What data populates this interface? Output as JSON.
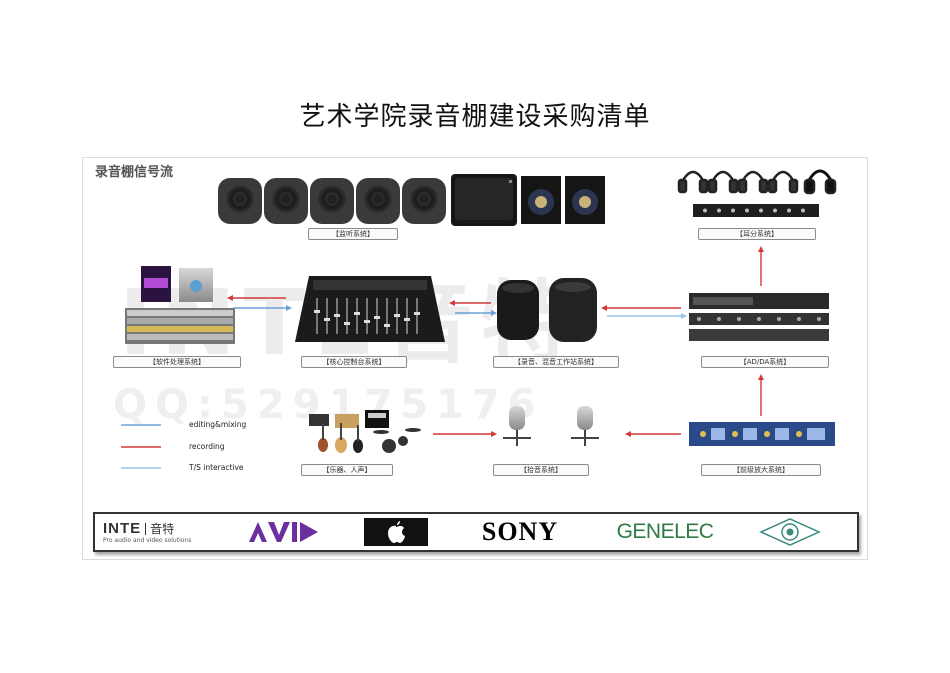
{
  "page": {
    "title": "艺术学院录音棚建设采购清单"
  },
  "diagram": {
    "title": "录音棚信号流",
    "watermark": {
      "brand": "INTE音特",
      "qq": "QQ:529175176"
    },
    "captions": {
      "monitor": "【监听系统】",
      "headphone": "【耳分系统】",
      "software": "【软件处理系统】",
      "console": "【核心控制台系统】",
      "workstation": "【录音、混音工作站系统】",
      "adda": "【AD/DA系统】",
      "instruments": "【乐器、人声】",
      "mics": "【拾音系统】",
      "preamp": "【前级放大系统】"
    },
    "legend": [
      {
        "label": "editing&mixing",
        "color": "#6aa0d8"
      },
      {
        "label": "recording",
        "color": "#d23a3a"
      },
      {
        "label": "T/S interactive",
        "color": "#9cc4ec"
      }
    ]
  },
  "logos": {
    "inte": {
      "name": "INTE",
      "cn": "音特",
      "tagline": "Pro audio and video solutions"
    },
    "avid": "AVID",
    "apple": "apple-logo",
    "sony": "SONY",
    "genelec": "GENELEC",
    "universal_audio": "universal-audio-logo"
  }
}
